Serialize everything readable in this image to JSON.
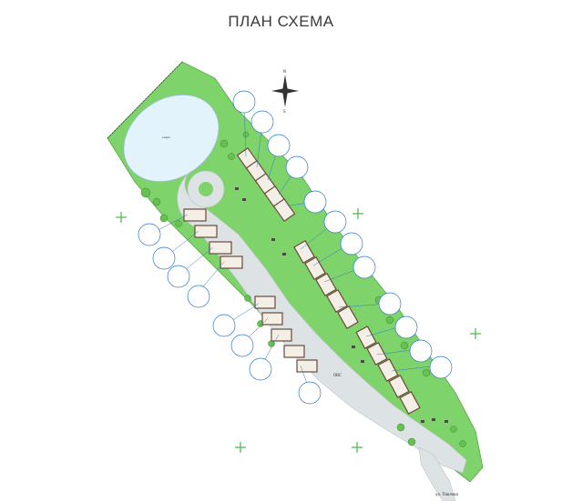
{
  "header": {
    "title": "ПЛАН СХЕМА"
  },
  "compass": {
    "north": "N",
    "south": "S",
    "icon": "compass-rose-icon"
  },
  "lake": {
    "label": "озеро"
  },
  "street": {
    "label": "ул. Павлова"
  },
  "road_mark": {
    "label": "ОВС"
  },
  "colors": {
    "green": "#7fd36b",
    "green_dark": "#5cb84a",
    "road": "#dde2e4",
    "lake": "#dff0fb",
    "plus": "#4ab84a",
    "callout": "#2a7bc9",
    "house": "#6b4a3a"
  }
}
